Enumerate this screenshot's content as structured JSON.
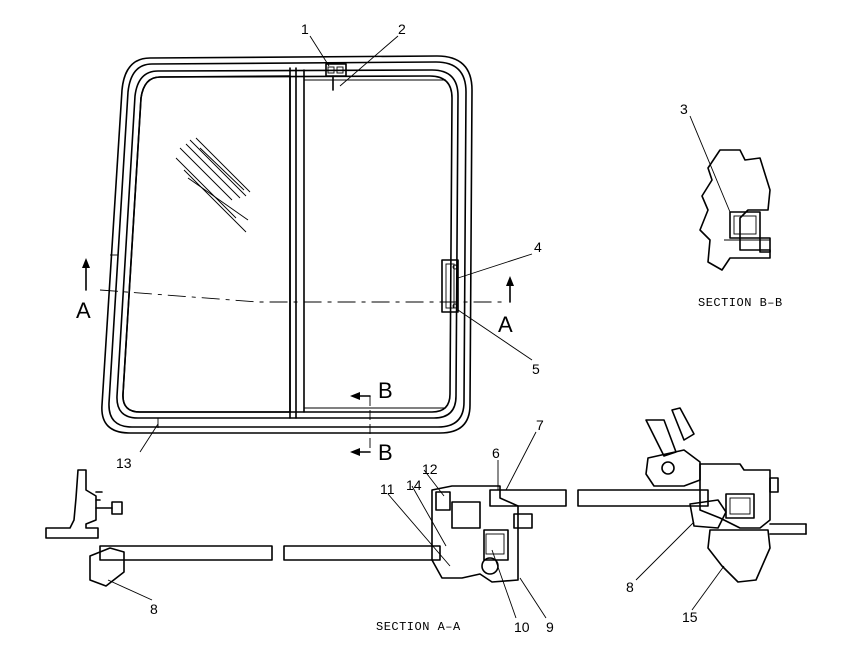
{
  "labels": {
    "c1": "1",
    "c2": "2",
    "c3": "3",
    "c4": "4",
    "c5": "5",
    "c6": "6",
    "c7": "7",
    "c8a": "8",
    "c8b": "8",
    "c9": "9",
    "c10": "10",
    "c11": "11",
    "c12": "12",
    "c13": "13",
    "c14": "14",
    "c15": "15"
  },
  "section_markers": {
    "a_left": "A",
    "a_right": "A",
    "b_top": "B",
    "b_bottom": "B"
  },
  "captions": {
    "section_bb": "SECTION B–B",
    "section_aa": "SECTION A–A"
  },
  "colors": {
    "line": "#000000",
    "background": "#ffffff"
  }
}
